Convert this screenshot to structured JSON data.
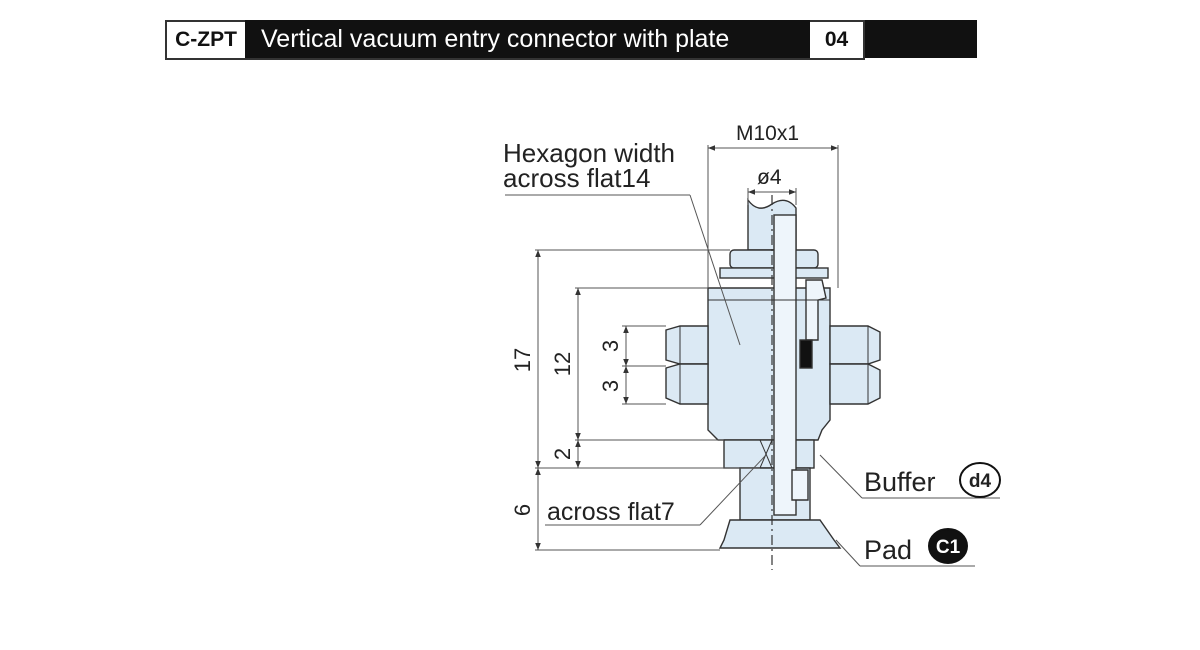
{
  "header": {
    "code": "C-ZPT",
    "title": "Vertical vacuum entry connector with plate",
    "number": "04"
  },
  "diagram": {
    "thread_label": "M10x1",
    "diameter_label": "ø4",
    "hex_label_line1": "Hexagon width",
    "hex_label_line2": "across flat14",
    "across_flat_small": "across flat7",
    "dim_17": "17",
    "dim_12": "12",
    "dim_3a": "3",
    "dim_3b": "3",
    "dim_2": "2",
    "dim_6": "6",
    "buffer_label": "Buffer",
    "buffer_badge": "d4",
    "pad_label": "Pad",
    "pad_badge": "C1"
  },
  "colors": {
    "part_fill": "#dbe9f4",
    "line": "#333333",
    "dim_line": "#555555",
    "header_bg": "#111111"
  }
}
